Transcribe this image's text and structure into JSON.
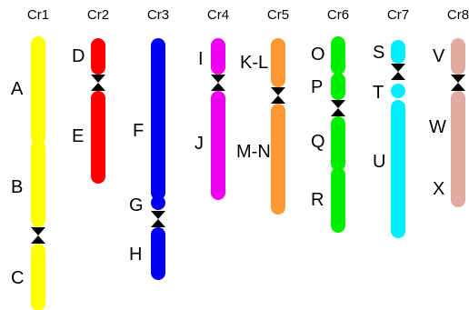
{
  "chromosomes": [
    {
      "name": "Cr1",
      "color": "#ffff00",
      "segments": [
        "A",
        "B",
        "C"
      ]
    },
    {
      "name": "Cr2",
      "color": "#ff0000",
      "segments": [
        "D",
        "E"
      ]
    },
    {
      "name": "Cr3",
      "color": "#0000ee",
      "segments": [
        "F",
        "G",
        "H"
      ]
    },
    {
      "name": "Cr4",
      "color": "#ee00ee",
      "segments": [
        "I",
        "J"
      ]
    },
    {
      "name": "Cr5",
      "color": "#ff9933",
      "segments": [
        "K-L",
        "M-N"
      ]
    },
    {
      "name": "Cr6",
      "color": "#00ee00",
      "segments": [
        "O",
        "P",
        "Q",
        "R"
      ]
    },
    {
      "name": "Cr7",
      "color": "#00eeff",
      "segments": [
        "S",
        "T",
        "U"
      ]
    },
    {
      "name": "Cr8",
      "color": "#e0aaa0",
      "segments": [
        "V",
        "W",
        "X"
      ]
    }
  ]
}
